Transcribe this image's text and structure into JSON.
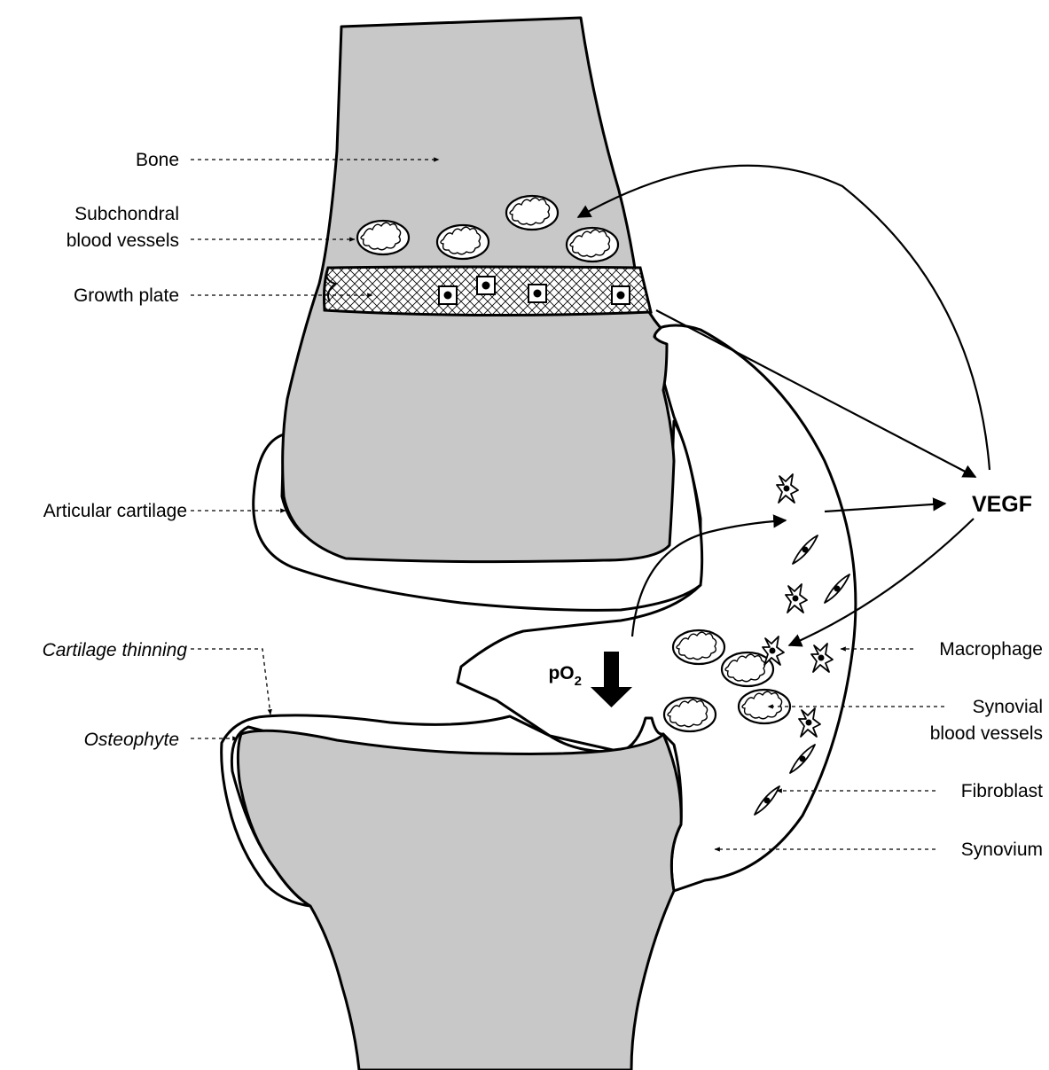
{
  "labels": {
    "bone": "Bone",
    "subchondral_1": "Subchondral",
    "subchondral_2": "blood vessels",
    "growth_plate": "Growth plate",
    "articular_cartilage": "Articular cartilage",
    "cartilage_thinning": "Cartilage thinning",
    "osteophyte": "Osteophyte",
    "vegf": "VEGF",
    "po2_main": "pO",
    "po2_sub": "2",
    "macrophage": "Macrophage",
    "synovial_1": "Synovial",
    "synovial_2": "blood vessels",
    "fibroblast": "Fibroblast",
    "synovium": "Synovium"
  },
  "colors": {
    "bone_fill": "#c8c8c8",
    "line": "#000000",
    "background": "#ffffff"
  }
}
